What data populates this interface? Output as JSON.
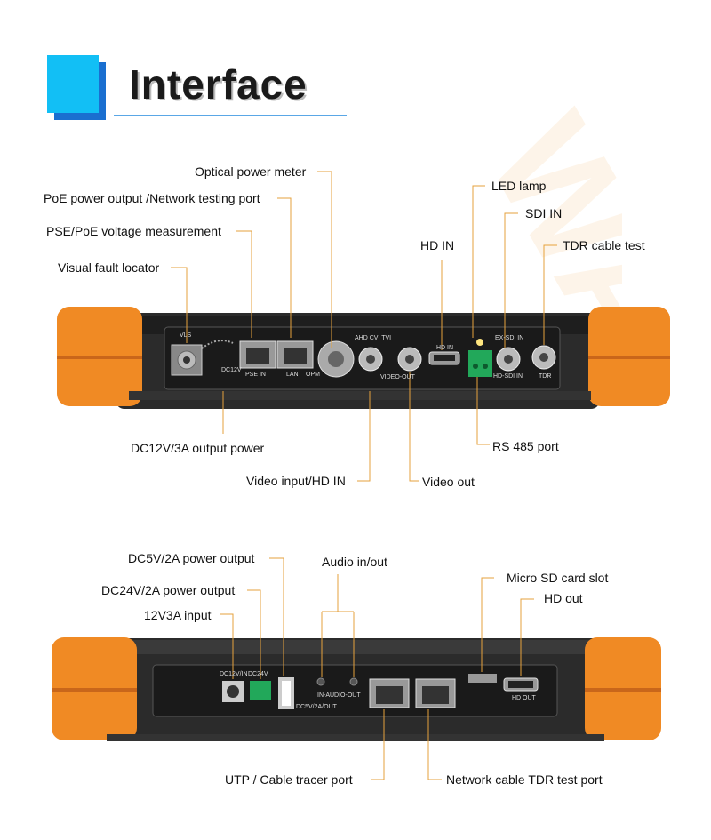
{
  "title": "Interface",
  "watermark_text": "WANGLU",
  "top_labels": {
    "optical_power_meter": "Optical power meter",
    "poe_output": "PoE power output /Network testing port",
    "pse_poe": "PSE/PoE voltage measurement",
    "visual_fault": "Visual fault locator",
    "led_lamp": "LED lamp",
    "sdi_in": "SDI IN",
    "hd_in": "HD IN",
    "tdr_cable": "TDR cable test",
    "dc12v": "DC12V/3A output power",
    "rs485": "RS 485 port",
    "video_input": "Video input/HD IN",
    "video_out": "Video out"
  },
  "bottom_labels": {
    "dc5v": "DC5V/2A power output",
    "audio": "Audio in/out",
    "dc24v": "DC24V/2A power output",
    "input12v": "12V3A input",
    "micro_sd": "Micro SD card slot",
    "hd_out": "HD out",
    "utp": "UTP / Cable tracer port",
    "tdr_port": "Network cable TDR test port"
  },
  "panel_top_print": {
    "vlf": "VLS",
    "dc12v": "DC12V",
    "pse_in": "PSE IN",
    "lan": "LAN",
    "opm": "OPM",
    "ahd": "AHD CVI TVI",
    "video_out": "VIDEO-OUT",
    "hd_in": "HD IN",
    "ex_sdi": "EX-SDI IN",
    "hd_sdi": "HD-SDI IN",
    "tdr": "TDR"
  },
  "panel_bottom_print": {
    "dc12vin": "DC12V/IN",
    "dc24v": "DC24V",
    "dc5v": "DC5V/2A/OUT",
    "audio": "IN-AUDIO-OUT",
    "hd_out": "HD OUT"
  },
  "colors": {
    "accent_cyan": "#12bff5",
    "accent_blue": "#1a6fd0",
    "orange": "#f08a24",
    "device_dark": "#2b2b2b",
    "leader_line": "#e6a23c"
  }
}
